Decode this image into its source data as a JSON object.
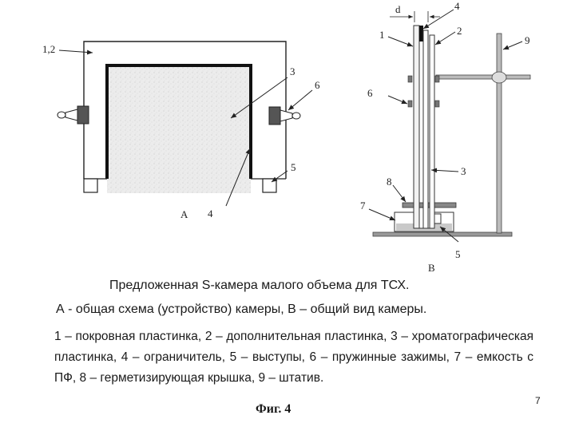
{
  "labels": {
    "a_1_2": "1,2",
    "a_3": "3",
    "a_4": "4",
    "a_5": "5",
    "a_6": "6",
    "a_A": "A",
    "b_d": "d",
    "b_1": "1",
    "b_2": "2",
    "b_3": "3",
    "b_4": "4",
    "b_5": "5",
    "b_6": "6",
    "b_7": "7",
    "b_8": "8",
    "b_9": "9",
    "b_B": "B"
  },
  "caption": {
    "title": "Предложенная S-камера малого объема для ТСХ.",
    "subtitle": "А - общая схема (устройство) камеры, В – общий вид камеры.",
    "legend": "1 – покровная пластинка, 2 – дополнительная пластинка, 3 – хроматографическая пластинка, 4 – ограничитель, 5 – выступы, 6 – пружинные зажимы, 7 – емкость с ПФ, 8 – герметизирующая крышка, 9 – штатив.",
    "figure": "Фиг. 4",
    "corner_mark": "7"
  }
}
